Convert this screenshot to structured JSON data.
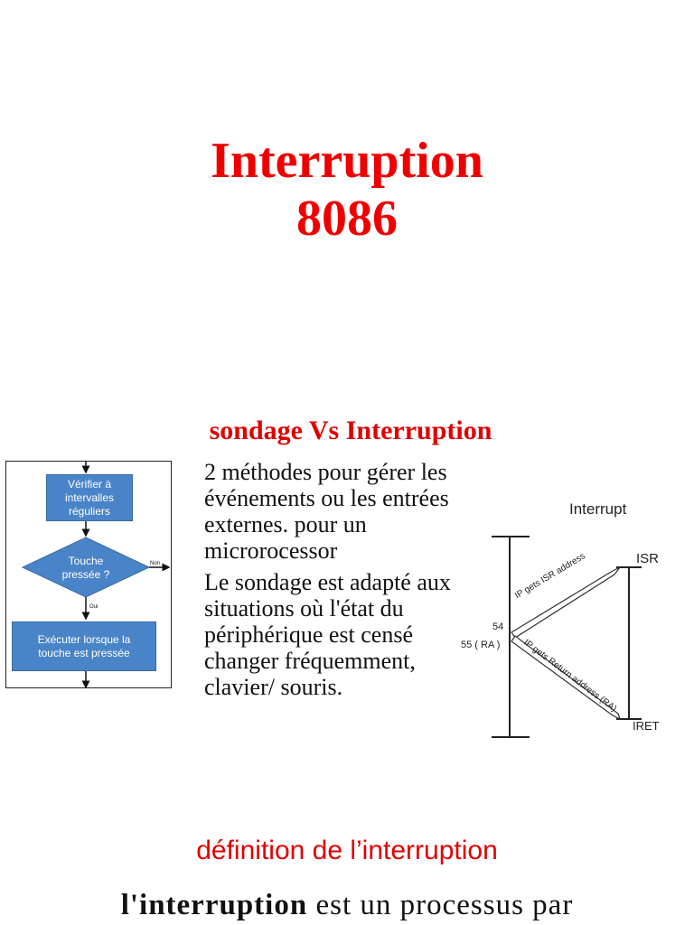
{
  "title": {
    "line1": "Interruption",
    "line2": "8086"
  },
  "section": {
    "title": "sondage Vs Interruption"
  },
  "flowchart": {
    "box1": [
      "Vérifier à",
      "intervalles",
      "réguliers"
    ],
    "diamond": [
      "Touche",
      "pressée ?"
    ],
    "branch_no": "Non",
    "branch_yes": "Oui",
    "box2": [
      "Exécuter lorsque la",
      "touche est pressée"
    ]
  },
  "body": {
    "paragraph1": "2 méthodes pour gérer les événements ou les entrées externes. pour un microrocessor",
    "paragraph2": "Le sondage est adapté aux situations où l'état du périphérique est censé changer fréquemment, clavier/ souris."
  },
  "interrupt_diagram": {
    "title": "Interrupt",
    "isr": "ISR",
    "iret": "IRET",
    "label_54": "54",
    "label_55": "55 ( RA )",
    "arrow_up": "IP gets ISR address",
    "arrow_down": "IP gets Return address (RA)"
  },
  "definition": {
    "title": "définition de l’interruption",
    "bold_term": "l'interruption",
    "rest": " est un processus par"
  }
}
